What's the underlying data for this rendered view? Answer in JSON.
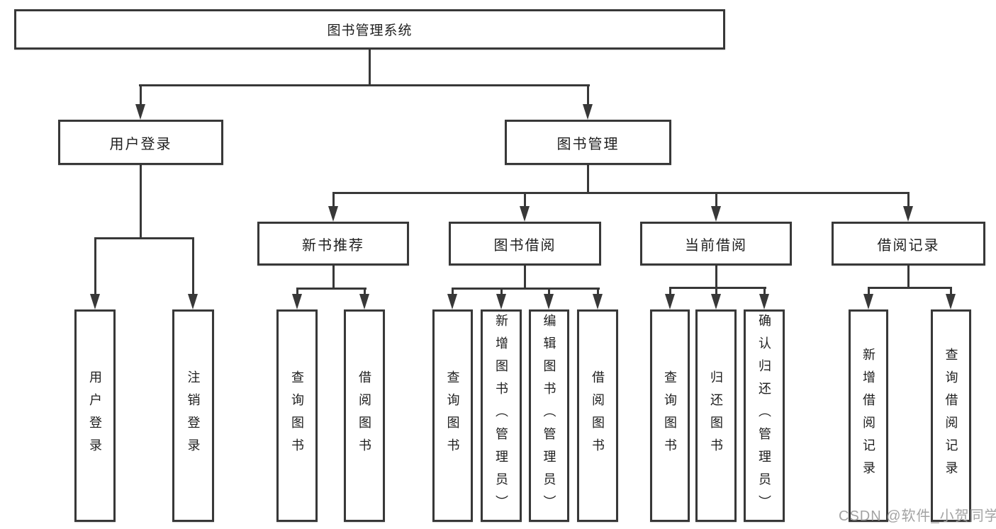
{
  "title": "图书管理系统",
  "watermark": "CSDN @软件_小贺同学",
  "colors": {
    "line": "#383838",
    "box_border": "#383838",
    "text": "#1e1e1e",
    "watermark": "#9e9e9e",
    "background": "#ffffff"
  },
  "nodes": {
    "root": "图书管理系统",
    "level2": [
      "用户登录",
      "图书管理"
    ],
    "level3": [
      "新书推荐",
      "图书借阅",
      "当前借阅",
      "借阅记录"
    ],
    "leaves": [
      "用户登录",
      "注销登录",
      "查询图书",
      "借阅图书",
      "查询图书",
      "新增图书（管理员）",
      "编辑图书（管理员）",
      "借阅图书",
      "查询图书",
      "归还图书",
      "确认归还（管理员）",
      "新增借阅记录",
      "查询借阅记录"
    ]
  },
  "hierarchy": {
    "图书管理系统": {
      "用户登录": [
        "用户登录",
        "注销登录"
      ],
      "图书管理": {
        "新书推荐": [
          "查询图书",
          "借阅图书"
        ],
        "图书借阅": [
          "查询图书",
          "新增图书（管理员）",
          "编辑图书（管理员）",
          "借阅图书"
        ],
        "当前借阅": [
          "查询图书",
          "归还图书",
          "确认归还（管理员）"
        ],
        "借阅记录": [
          "新增借阅记录",
          "查询借阅记录"
        ]
      }
    }
  }
}
